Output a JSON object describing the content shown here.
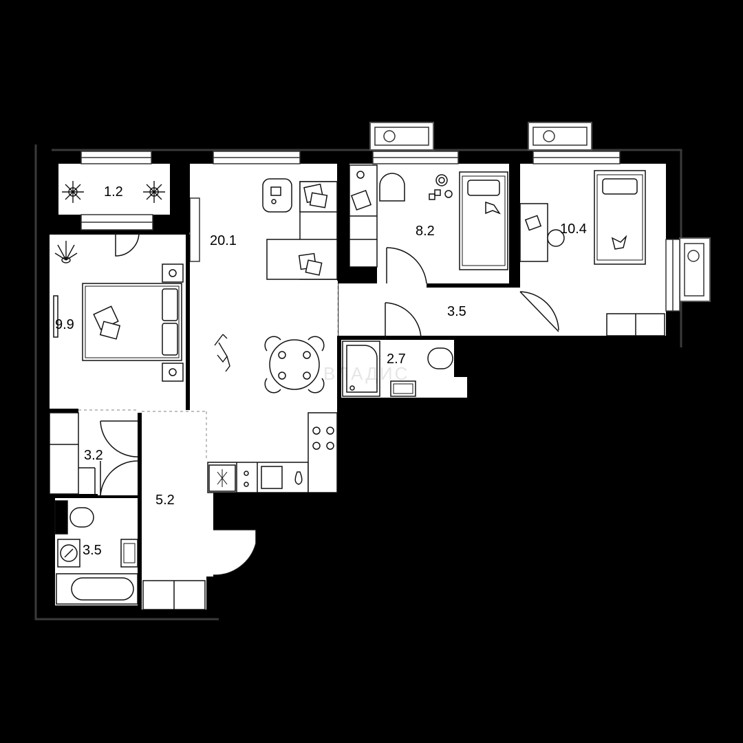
{
  "colors": {
    "background": "#000000",
    "floor": "#ffffff",
    "line": "#1a1a1a",
    "watermark": "#cccccc"
  },
  "watermark": {
    "text": "ВЛАДИС",
    "icon": "vladis-logo-icon"
  },
  "rooms": [
    {
      "id": "balcony",
      "area": "1.2"
    },
    {
      "id": "living-kitchen",
      "area": "20.1"
    },
    {
      "id": "bedroom",
      "area": "9.9"
    },
    {
      "id": "kids-room-1",
      "area": "8.2"
    },
    {
      "id": "kids-room-2",
      "area": "10.4"
    },
    {
      "id": "corridor",
      "area": "3.5"
    },
    {
      "id": "bathroom-small",
      "area": "2.7"
    },
    {
      "id": "wardrobe",
      "area": "3.2"
    },
    {
      "id": "hall",
      "area": "5.2"
    },
    {
      "id": "bathroom",
      "area": "3.5"
    }
  ],
  "icons": [
    "plant-icon",
    "bed-icon",
    "sofa-icon",
    "table-chairs-icon",
    "desk-icon",
    "toy-icon",
    "toilet-icon",
    "sink-icon",
    "bathtub-icon",
    "shower-icon",
    "stove-icon",
    "fridge-icon",
    "washing-machine-icon",
    "door-icon",
    "window-icon",
    "ac-unit-icon"
  ]
}
